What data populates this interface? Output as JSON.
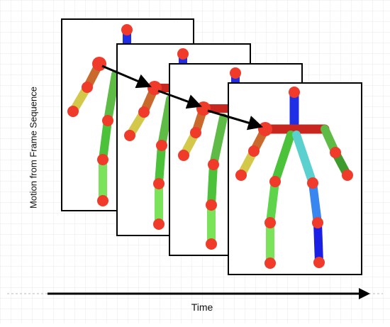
{
  "axes": {
    "y_label": "Motion from Frame Sequence",
    "x_label": "Time"
  },
  "frames": {
    "count": 4
  },
  "colors": {
    "joint": "#f03a2a",
    "head_neck": "#1f2fe6",
    "shoulder_bar": "#c8261e",
    "left_upper_arm": "#c96a2c",
    "left_forearm": "#d4c84a",
    "right_upper_arm": "#5dbb46",
    "right_forearm": "#3f9a2e",
    "left_thigh": "#4cc23a",
    "left_shin": "#7be35a",
    "right_thigh": "#5ad0cf",
    "right_shin_upper": "#3a86f0",
    "right_shin_lower": "#1a1fe6",
    "grid": "#e6e6e6",
    "arrow": "#000000"
  }
}
